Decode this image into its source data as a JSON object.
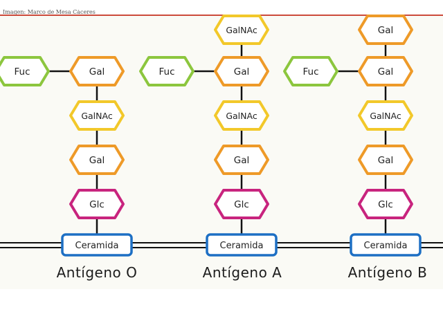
{
  "credit": "Imagen: Marco de Mesa Cáceres",
  "columns": [
    {
      "label": "Antígeno O",
      "chain": [
        "Glc",
        "Gal",
        "GalNAc",
        "Gal"
      ],
      "branch": "Fuc"
    },
    {
      "label": "Antígeno A",
      "chain": [
        "Glc",
        "Gal",
        "GalNAc",
        "Gal",
        "GalNAc"
      ],
      "branch": "Fuc"
    },
    {
      "label": "Antígeno B",
      "chain": [
        "Glc",
        "Gal",
        "GalNAc",
        "Gal",
        "Gal"
      ],
      "branch": "Fuc"
    }
  ],
  "base_label": "Ceramida",
  "colors": {
    "Gal": "#ee9a28",
    "GalNAc": "#f2c82a",
    "Glc": "#c8247e",
    "Fuc": "#8cc63e",
    "Ceramida": "#1d6fc4",
    "fill": "#ffffff",
    "line": "#111111"
  }
}
